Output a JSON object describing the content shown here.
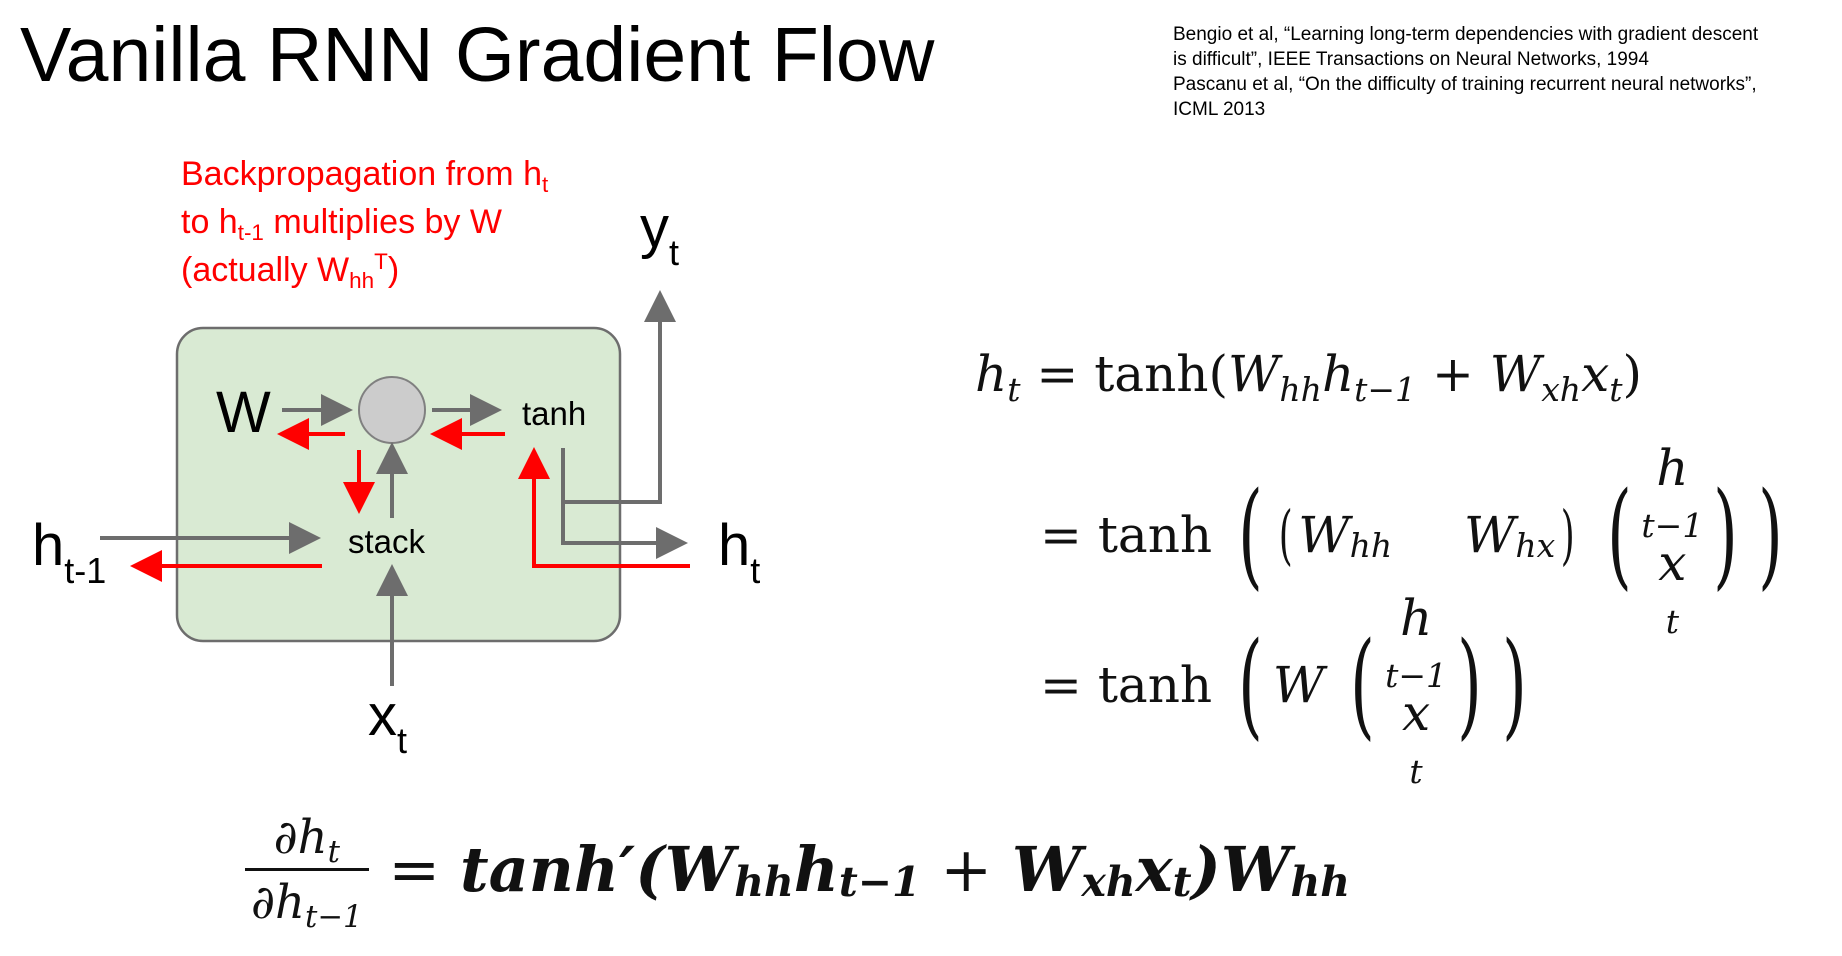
{
  "title": "Vanilla RNN Gradient Flow",
  "references": [
    "Bengio et al, “Learning long-term dependencies with gradient descent",
    "is difficult”, IEEE Transactions on Neural Networks, 1994",
    "Pascanu et al, “On the difficulty of training recurrent neural networks”,",
    "ICML 2013"
  ],
  "annotation": {
    "line1": "Backpropagation from h",
    "line1_sub": "t",
    "line2_pre": "to h",
    "line2_sub": "t-1",
    "line2_post": " multiplies by W",
    "line3_pre": "(actually W",
    "line3_sub": "hh",
    "line3_sup": "T",
    "line3_post": ")"
  },
  "diagram": {
    "labels": {
      "W": "W",
      "tanh": "tanh",
      "stack": "stack",
      "y": "y",
      "y_sub": "t",
      "h_prev": "h",
      "h_prev_sub": "t-1",
      "h_next": "h",
      "h_next_sub": "t",
      "x": "x",
      "x_sub": "t"
    },
    "colors": {
      "box_fill": "#d9ead3",
      "box_stroke": "#6d6d6d",
      "node_fill": "#cccccc",
      "forward_arrow": "#6d6d6d",
      "backward_arrow": "#ff0000"
    }
  },
  "equations": {
    "eq1": {
      "lhs": "h",
      "lhs_sub": "t",
      "eq": "=",
      "func": "tanh",
      "open": "(",
      "w1": "W",
      "w1_sub": "hh",
      "v1": "h",
      "v1_sub": "t−1",
      "plus": "+",
      "w2": "W",
      "w2_sub": "xh",
      "v2": "x",
      "v2_sub": "t",
      "close": ")"
    },
    "eq2": {
      "eq": "=",
      "func": "tanh",
      "w1": "W",
      "w1_sub": "hh",
      "w2": "W",
      "w2_sub": "hx",
      "v_top": "h",
      "v_top_sub": "t−1",
      "v_bot": "x",
      "v_bot_sub": "t"
    },
    "eq3": {
      "eq": "=",
      "func": "tanh",
      "w": "W",
      "v_top": "h",
      "v_top_sub": "t−1",
      "v_bot": "x",
      "v_bot_sub": "t"
    },
    "derivative": {
      "num": "∂h",
      "num_sub": "t",
      "den": "∂h",
      "den_sub": "t−1",
      "eq": "=",
      "func": "tanh′(",
      "w1": "W",
      "w1_sub": "hh",
      "v1": "h",
      "v1_sub": "t−1",
      "plus": "+",
      "w2": "W",
      "w2_sub": "xh",
      "v2": "x",
      "v2_sub": "t",
      "close": ")",
      "w3": "W",
      "w3_sub": "hh"
    }
  }
}
